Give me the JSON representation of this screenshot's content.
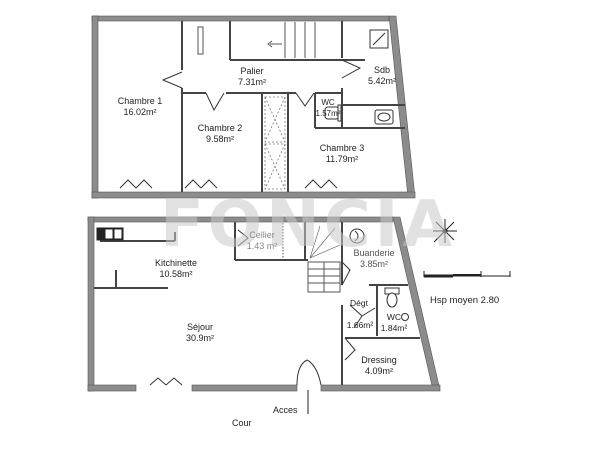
{
  "colors": {
    "wall": "#8c8c8c",
    "wall_edge": "#555555",
    "background": "#ffffff",
    "text": "#222222",
    "watermark": "#c8c8c8"
  },
  "watermark": "FONCIA",
  "upper_floor": {
    "rooms": [
      {
        "name": "Chambre 1",
        "area": "16.02m²"
      },
      {
        "name": "Palier",
        "area": "7.31m²"
      },
      {
        "name": "Chambre 2",
        "area": "9.58m²"
      },
      {
        "name": "Sdb",
        "area": "5.42m²"
      },
      {
        "name": "WC",
        "area": "1.57m²"
      },
      {
        "name": "Chambre 3",
        "area": "11.79m²"
      }
    ]
  },
  "lower_floor": {
    "rooms": [
      {
        "name": "Kitchinette",
        "area": "10.58m²"
      },
      {
        "name": "Cellier",
        "area": "1.43 m²"
      },
      {
        "name": "Buanderie",
        "area": "3.85m²"
      },
      {
        "name": "Dégt",
        "area": "1.66m²"
      },
      {
        "name": "WC",
        "area": "1.84m²"
      },
      {
        "name": "Séjour",
        "area": "30.9m²"
      },
      {
        "name": "Dressing",
        "area": "4.09m²"
      }
    ]
  },
  "annotations": {
    "ceiling_height": "Hsp moyen 2.80",
    "access": "Acces",
    "courtyard": "Cour"
  },
  "icons": {
    "compass": "compass-rose-icon",
    "scale": "scale-bar-icon"
  }
}
